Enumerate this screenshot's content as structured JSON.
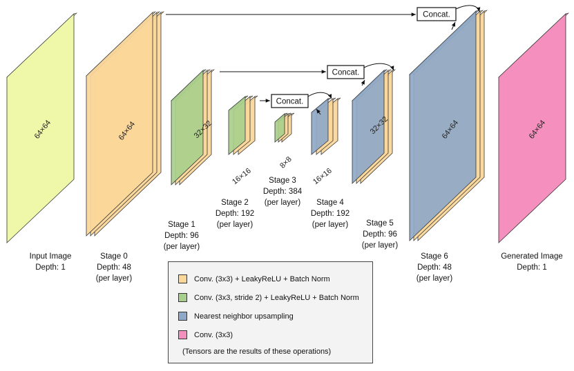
{
  "colors": {
    "input": "#eef8a8",
    "conv": "#fbd79a",
    "conv_stride": "#a9cf8c",
    "upsample": "#8fa9c8",
    "output": "#f58fbe"
  },
  "tensors": {
    "input_label": "64×64",
    "stage0_label": "64×64",
    "stage1_label": "32×32",
    "stage2_label": "16×16",
    "stage3_label": "8×8",
    "stage4_label": "16×16",
    "stage5_label": "32×32",
    "stage6_label": "64×64",
    "output_label": "64×64"
  },
  "concat_labels": [
    "Concat.",
    "Concat.",
    "Concat."
  ],
  "captions": {
    "input": [
      "Input Image",
      "Depth: 1"
    ],
    "stage0": [
      "Stage 0",
      "Depth: 48",
      "(per layer)"
    ],
    "stage1": [
      "Stage 1",
      "Depth: 96",
      "(per layer)"
    ],
    "stage2": [
      "Stage 2",
      "Depth: 192",
      "(per layer)"
    ],
    "stage3": [
      "Stage 3",
      "Depth: 384",
      "(per layer)"
    ],
    "stage4": [
      "Stage 4",
      "Depth: 192",
      "(per layer)"
    ],
    "stage5": [
      "Stage 5",
      "Depth: 96",
      "(per layer)"
    ],
    "stage6": [
      "Stage 6",
      "Depth: 48",
      "(per layer)"
    ],
    "output": [
      "Generated Image",
      "Depth: 1"
    ]
  },
  "legend": {
    "items": [
      {
        "label": "Conv. (3x3) + LeakyReLU + Batch Norm",
        "color": "#fbd79a"
      },
      {
        "label": "Conv. (3x3, stride 2) + LeakyReLU + Batch Norm",
        "color": "#a9cf8c"
      },
      {
        "label": "Nearest neighbor upsampling",
        "color": "#8fa9c8"
      },
      {
        "label": "Conv. (3x3)",
        "color": "#f58fbe"
      }
    ],
    "note": "(Tensors are the results of these operations)"
  }
}
